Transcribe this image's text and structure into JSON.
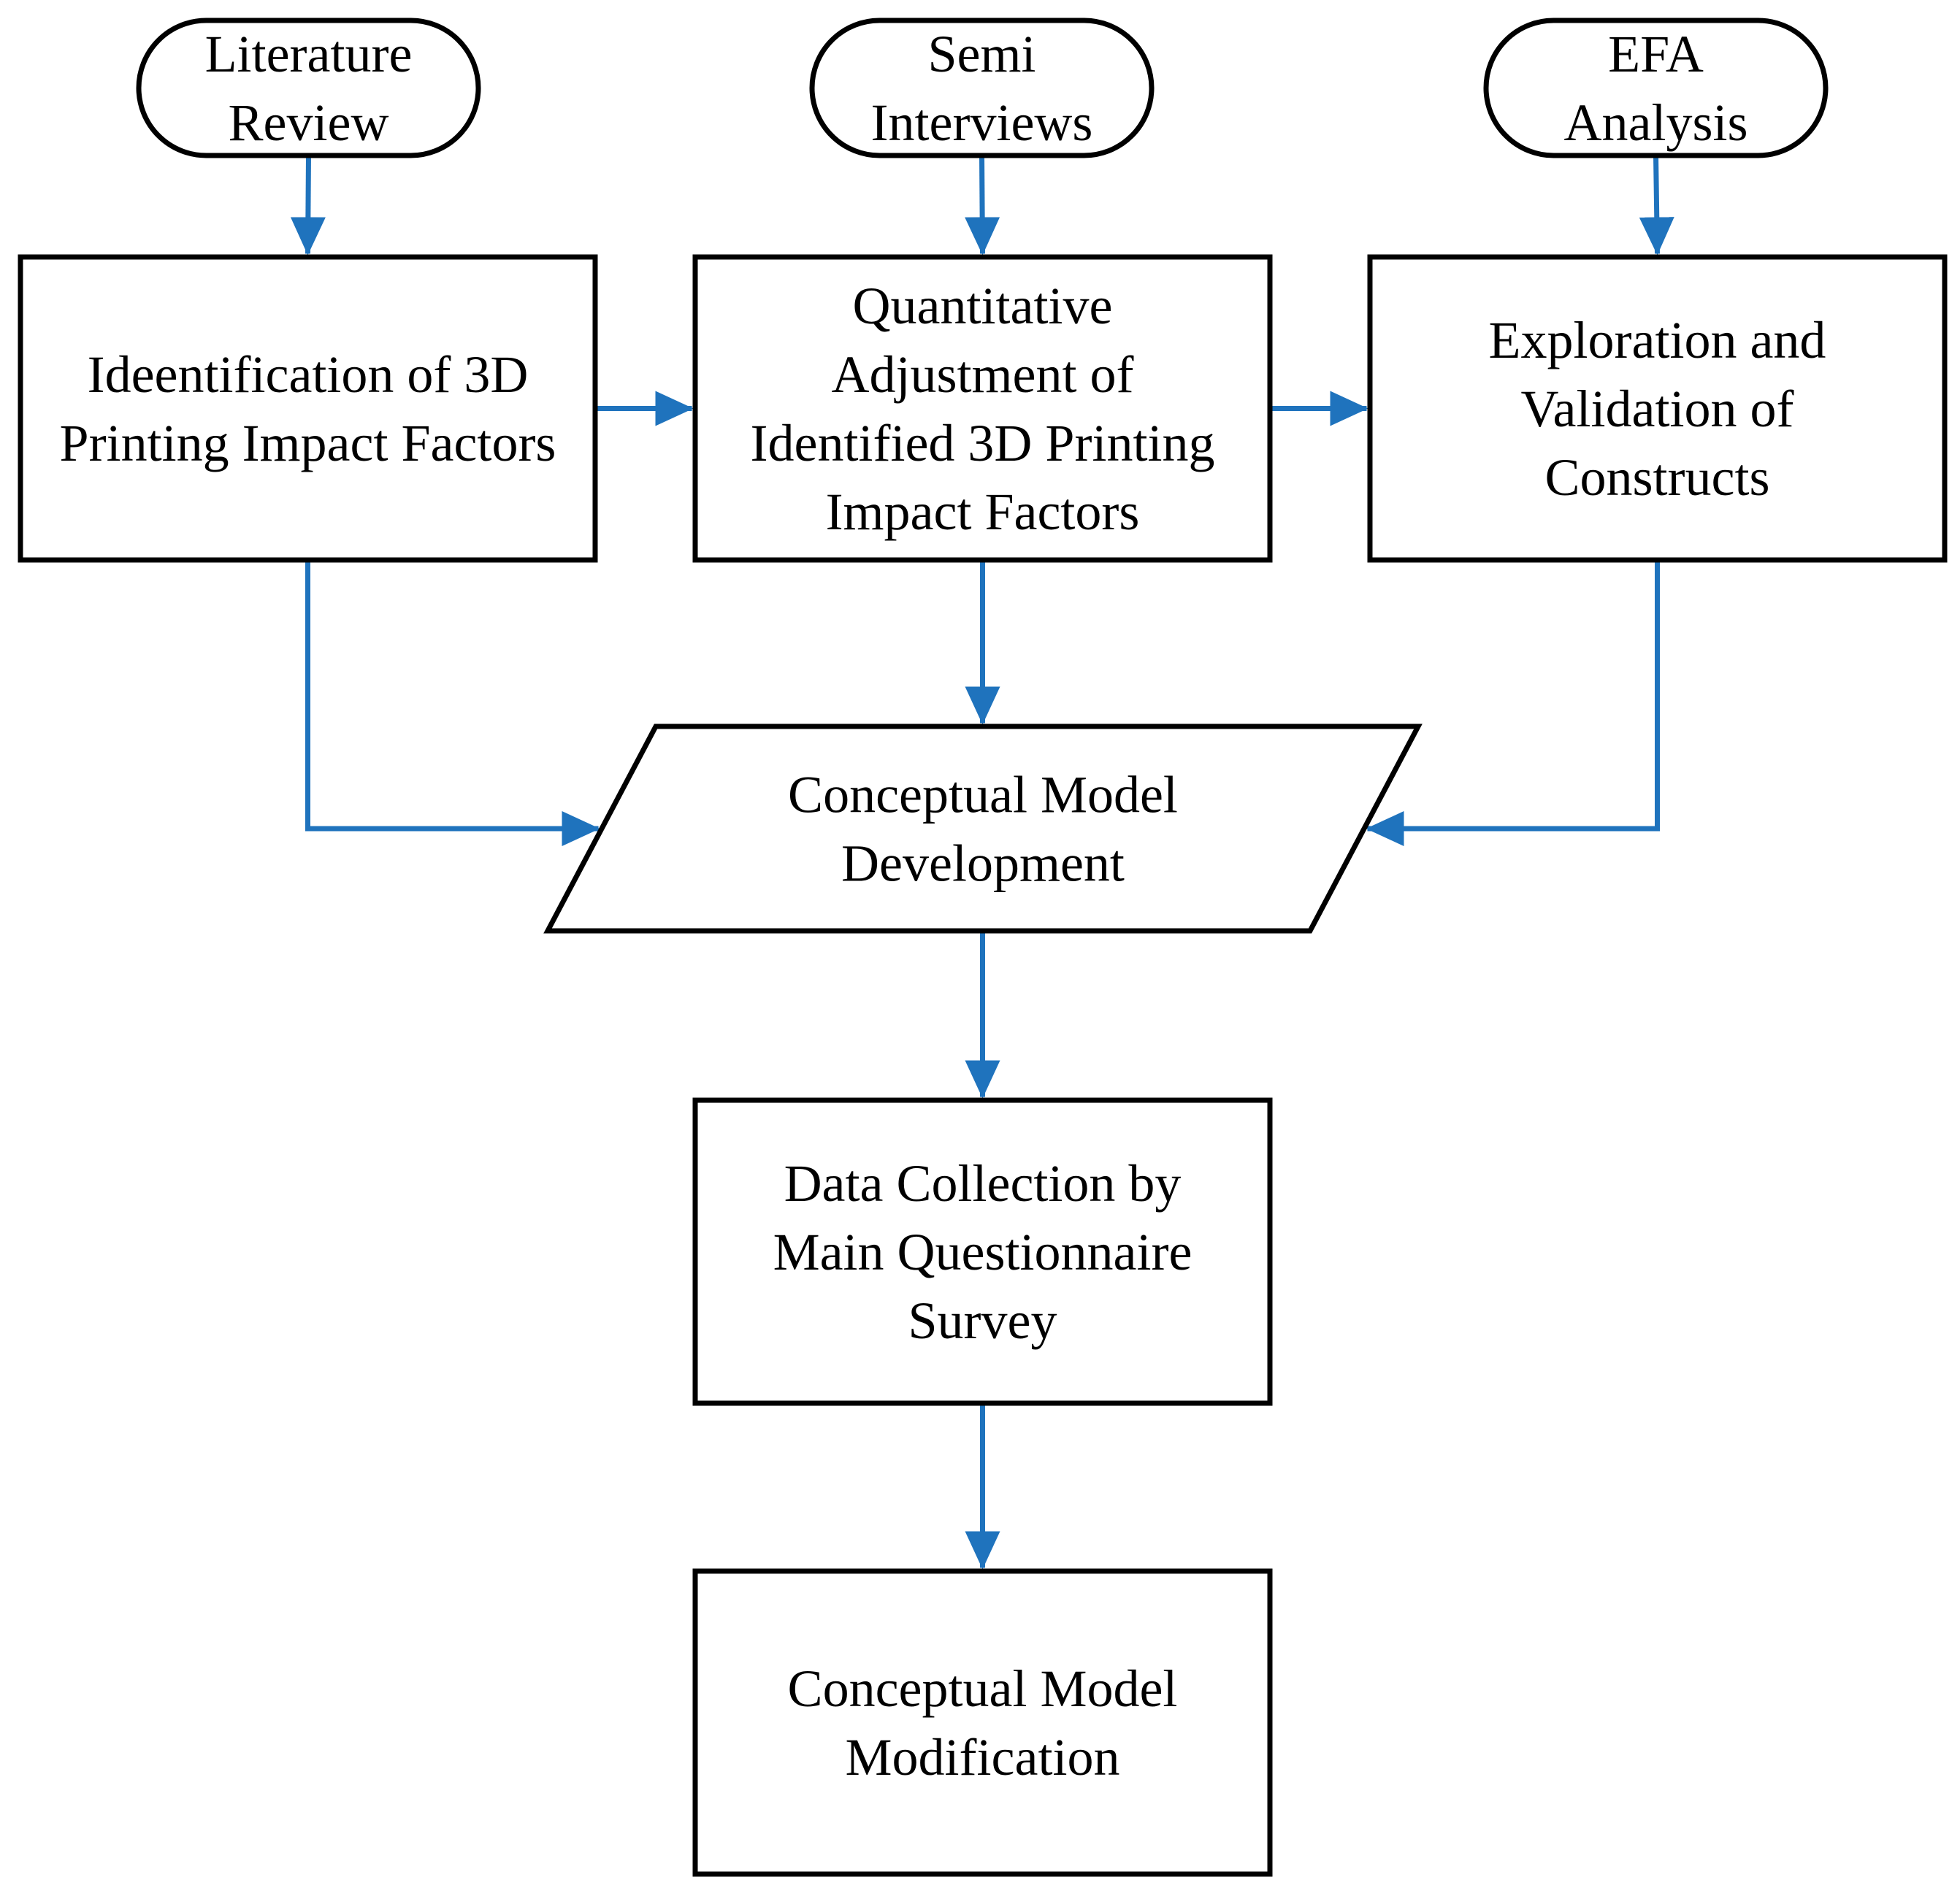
{
  "colors": {
    "arrow": "#1f73bd",
    "box_stroke": "#000000",
    "text": "#000000",
    "background": "#ffffff"
  },
  "nodes": {
    "literature_review": {
      "shape": "terminator",
      "lines": [
        "Literature",
        "Review"
      ]
    },
    "semi_interviews": {
      "shape": "terminator",
      "lines": [
        "Semi",
        "Interviews"
      ]
    },
    "efa_analysis": {
      "shape": "terminator",
      "lines": [
        "EFA",
        "Analysis"
      ]
    },
    "identification": {
      "shape": "process",
      "lines": [
        "Ideentification of 3D",
        "Printing Impact Factors"
      ]
    },
    "quantitative_adjustment": {
      "shape": "process",
      "lines": [
        "Quantitative",
        "Adjustment of",
        "Identified 3D Printing",
        "Impact Factors"
      ]
    },
    "exploration_validation": {
      "shape": "process",
      "lines": [
        "Exploration and",
        "Validation of",
        "Constructs"
      ]
    },
    "conceptual_model_development": {
      "shape": "data",
      "lines": [
        "Conceptual Model",
        "Development"
      ]
    },
    "data_collection": {
      "shape": "process",
      "lines": [
        "Data Collection by",
        "Main Questionnaire",
        "Survey"
      ]
    },
    "conceptual_model_modification": {
      "shape": "process",
      "lines": [
        "Conceptual Model",
        "Modification"
      ]
    }
  },
  "edges": [
    {
      "from": "literature_review",
      "to": "identification"
    },
    {
      "from": "semi_interviews",
      "to": "quantitative_adjustment"
    },
    {
      "from": "efa_analysis",
      "to": "exploration_validation"
    },
    {
      "from": "identification",
      "to": "quantitative_adjustment"
    },
    {
      "from": "quantitative_adjustment",
      "to": "exploration_validation"
    },
    {
      "from": "quantitative_adjustment",
      "to": "conceptual_model_development"
    },
    {
      "from": "identification",
      "to": "conceptual_model_development"
    },
    {
      "from": "exploration_validation",
      "to": "conceptual_model_development"
    },
    {
      "from": "conceptual_model_development",
      "to": "data_collection"
    },
    {
      "from": "data_collection",
      "to": "conceptual_model_modification"
    }
  ]
}
